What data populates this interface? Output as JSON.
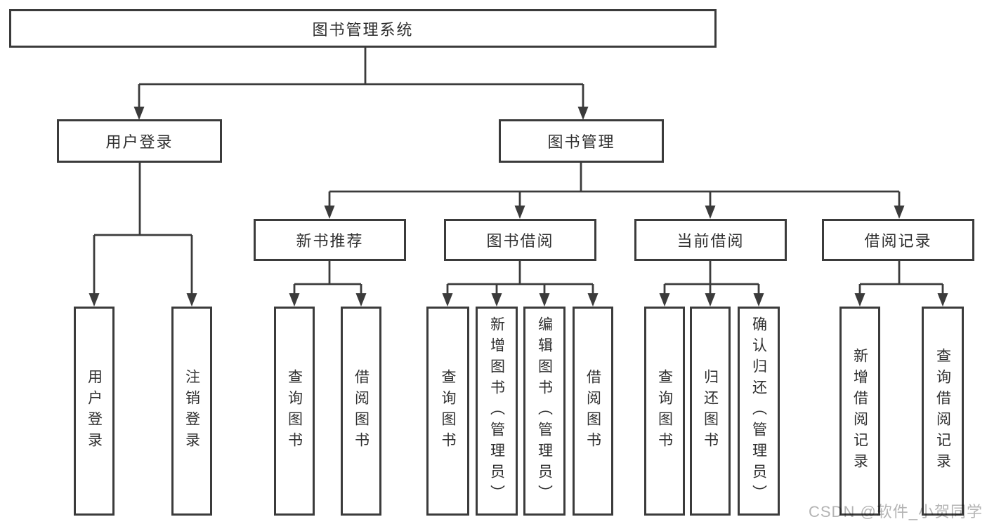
{
  "diagram_title": "图书管理系统",
  "root": {
    "label": "图书管理系统"
  },
  "level2": [
    {
      "label": "用户登录"
    },
    {
      "label": "图书管理"
    }
  ],
  "level3": [
    {
      "label": "新书推荐"
    },
    {
      "label": "图书借阅"
    },
    {
      "label": "当前借阅"
    },
    {
      "label": "借阅记录"
    }
  ],
  "leaves": [
    {
      "group": "用户登录",
      "label": "用户登录"
    },
    {
      "group": "用户登录",
      "label": "注销登录"
    },
    {
      "group": "新书推荐",
      "label": "查询图书"
    },
    {
      "group": "新书推荐",
      "label": "借阅图书"
    },
    {
      "group": "图书借阅",
      "label": "查询图书"
    },
    {
      "group": "图书借阅",
      "label": "新增图书（管理员）"
    },
    {
      "group": "图书借阅",
      "label": "编辑图书（管理员）"
    },
    {
      "group": "图书借阅",
      "label": "借阅图书"
    },
    {
      "group": "当前借阅",
      "label": "查询图书"
    },
    {
      "group": "当前借阅",
      "label": "归还图书"
    },
    {
      "group": "当前借阅",
      "label": "确认归还（管理员）"
    },
    {
      "group": "借阅记录",
      "label": "新增借阅记录"
    },
    {
      "group": "借阅记录",
      "label": "查询借阅记录"
    }
  ],
  "watermark": {
    "text": "CSDN @软件_小贺同学"
  },
  "colors": {
    "line": "#3b3b3b",
    "text": "#2f2f2f",
    "box_background": "#ffffff",
    "watermark": "#b4b4b4",
    "background": "#ffffff"
  }
}
